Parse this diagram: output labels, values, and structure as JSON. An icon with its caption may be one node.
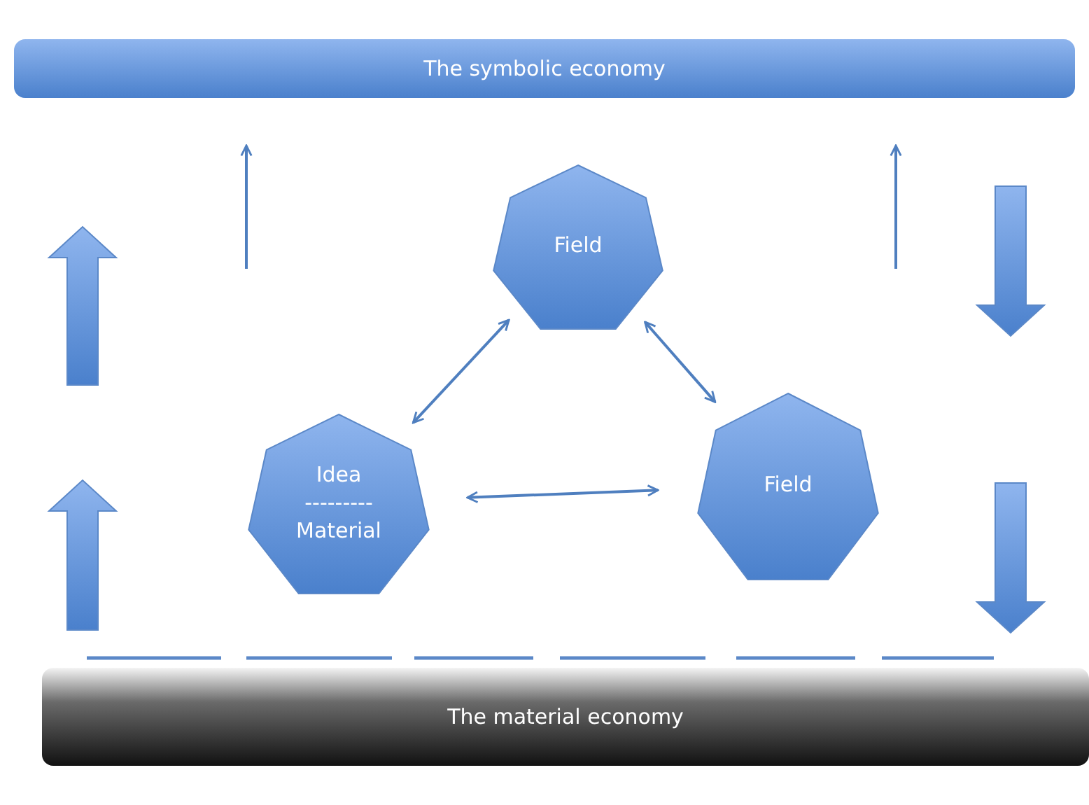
{
  "diagram": {
    "nodes": [
      {
        "text": [
          "The symbolic economy"
        ]
      },
      {
        "text": [
          "The material economy"
        ]
      },
      {
        "text": [
          "Field"
        ]
      },
      {
        "text": [
          "Idea",
          "---------",
          "Material"
        ]
      },
      {
        "text": [
          "Field"
        ]
      }
    ],
    "edges": [
      {
        "from": 3,
        "to": 2,
        "arrow": "both"
      },
      {
        "from": 2,
        "to": 4,
        "arrow": "both"
      },
      {
        "from": 3,
        "to": 4,
        "arrow": "both"
      }
    ]
  }
}
